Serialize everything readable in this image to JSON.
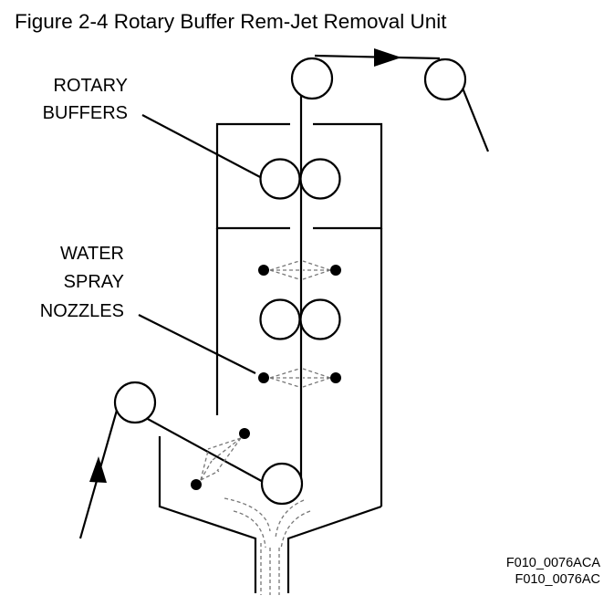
{
  "figure": {
    "title": "Figure 2-4 Rotary Buffer Rem-Jet Removal Unit"
  },
  "labels": {
    "rotary_buffers": [
      "ROTARY",
      "BUFFERS"
    ],
    "water_spray_nozzles": [
      "WATER",
      "SPRAY",
      "NOZZLES"
    ]
  },
  "codes": {
    "line1": "F010_0076ACA",
    "line2": "F010_0076AC"
  }
}
